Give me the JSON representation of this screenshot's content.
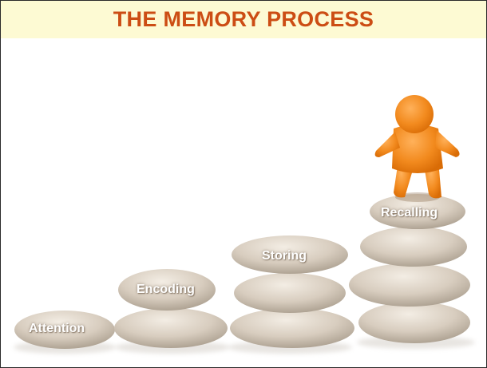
{
  "title": "THE MEMORY PROCESS",
  "steps": [
    {
      "label": "Attention"
    },
    {
      "label": "Encoding"
    },
    {
      "label": "Storing"
    },
    {
      "label": "Recalling"
    }
  ],
  "colors": {
    "title_text": "#cc4d14",
    "title_bar": "#fdfad3",
    "stone": "#d9cfc2",
    "figure": "#f28a1e",
    "label_text": "#ffffff"
  },
  "icons": {
    "figure": "person-figure-icon",
    "stones": "stacked-stones-icon"
  }
}
